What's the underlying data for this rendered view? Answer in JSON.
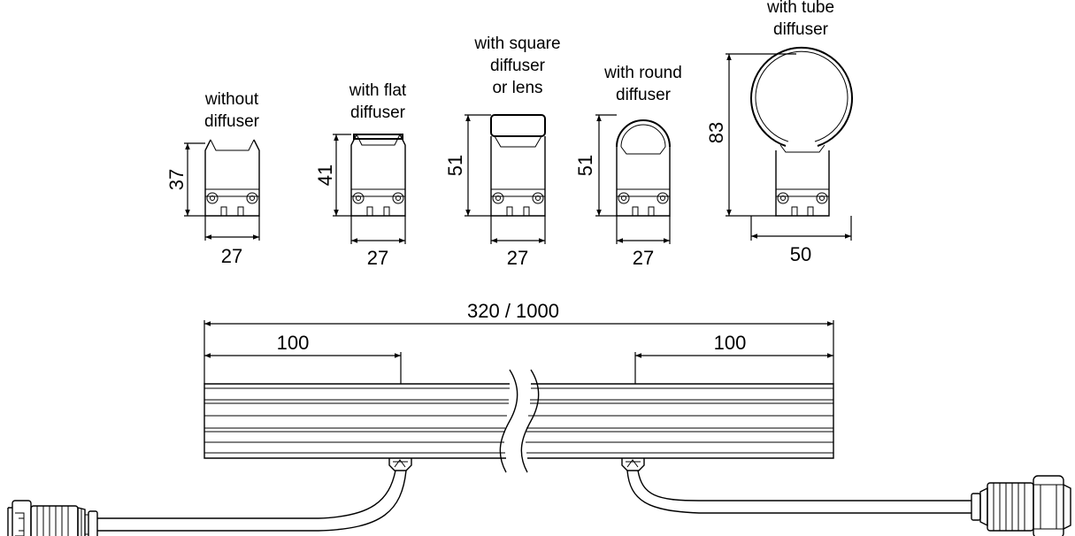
{
  "profiles": [
    {
      "label_lines": [
        "without",
        "diffuser"
      ],
      "width": "27",
      "height": "37"
    },
    {
      "label_lines": [
        "with flat",
        "diffuser"
      ],
      "width": "27",
      "height": "41"
    },
    {
      "label_lines": [
        "with square",
        "diffuser",
        "or lens"
      ],
      "width": "27",
      "height": "51"
    },
    {
      "label_lines": [
        "with round",
        "diffuser"
      ],
      "width": "27",
      "height": "51"
    },
    {
      "label_lines": [
        "with tube",
        "diffuser"
      ],
      "width": "50",
      "height": "83"
    }
  ],
  "bar": {
    "overall_length": "320 / 1000",
    "left_offset": "100",
    "right_offset": "100"
  }
}
